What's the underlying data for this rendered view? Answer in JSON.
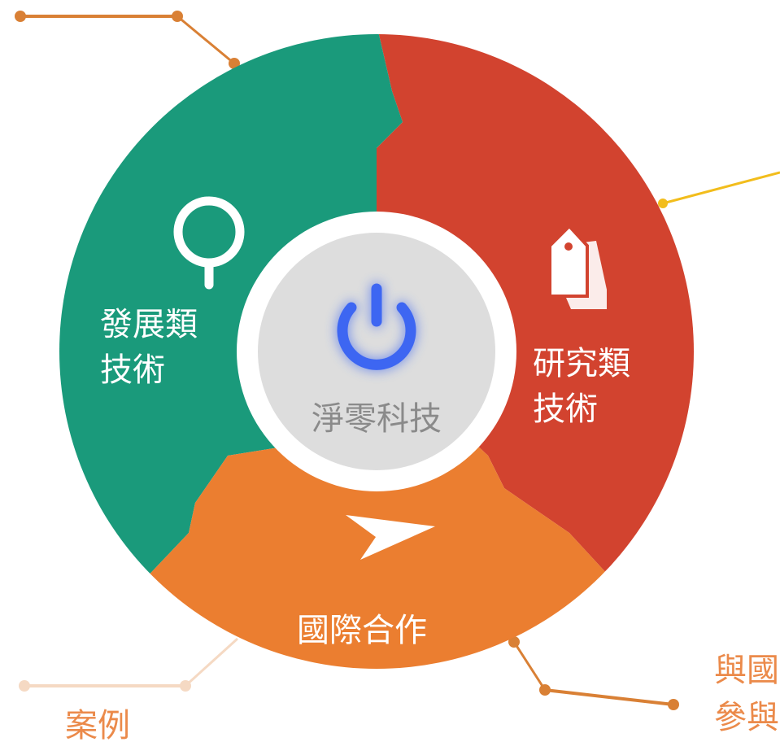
{
  "center": {
    "label": "淨零科技",
    "icon": "power-icon"
  },
  "segments": {
    "development": {
      "line1": "發展類",
      "line2": "技術",
      "icon": "search-icon",
      "color": "#1a9a7b"
    },
    "research": {
      "line1": "研究類",
      "line2": "技術",
      "icon": "tag-icon",
      "color": "#d2432f"
    },
    "international": {
      "label": "國際合作",
      "icon": "send-icon",
      "color": "#eb7e30"
    }
  },
  "side_labels": {
    "case": "案例",
    "partial_line1": "與國",
    "partial_line2": "參與"
  },
  "colors": {
    "connector_orange": "#d98035",
    "connector_yellow": "#f2bd1c",
    "faded": "#f5d9c3",
    "side_text": "#eb8a4a",
    "center_bg": "#dddddd",
    "power_blue": "#3d66f2"
  }
}
